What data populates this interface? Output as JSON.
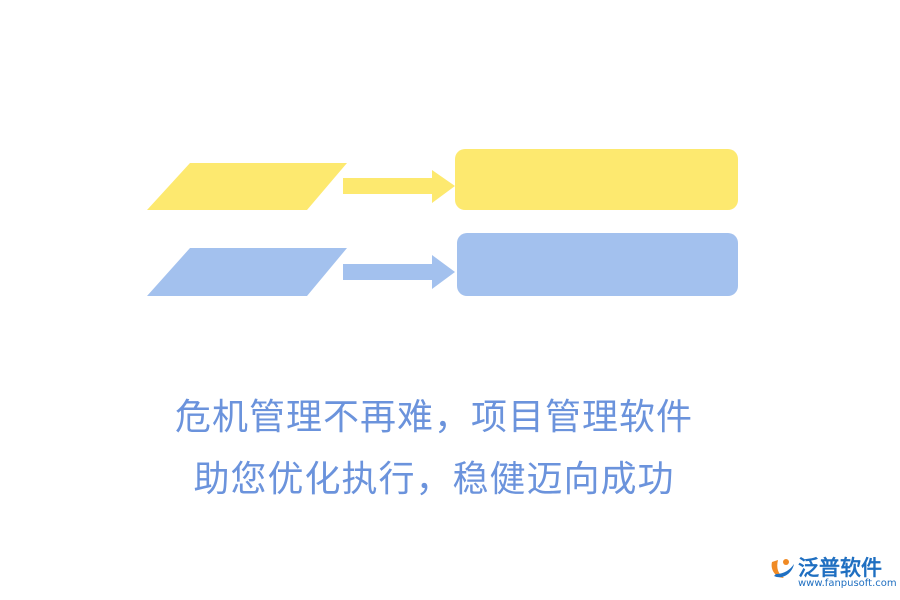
{
  "colors": {
    "yellow": "#fde96f",
    "blue": "#a3c1ee",
    "caption": "#6b93dc",
    "logo_blue": "#1f6fc1",
    "logo_orange": "#f08a24"
  },
  "diagram": {
    "rows": [
      {
        "color": "yellow",
        "input_shape": "parallelogram",
        "connector": "arrow-right",
        "output_shape": "rounded-rectangle"
      },
      {
        "color": "blue",
        "input_shape": "parallelogram",
        "connector": "arrow-right",
        "output_shape": "rounded-rectangle"
      }
    ]
  },
  "caption": {
    "line1": "危机管理不再难，项目管理软件",
    "line2": "助您优化执行，稳健迈向成功"
  },
  "logo": {
    "name": "泛普软件",
    "url": "www.fanpusoft.com",
    "icon": "fanpu-logo-icon"
  }
}
